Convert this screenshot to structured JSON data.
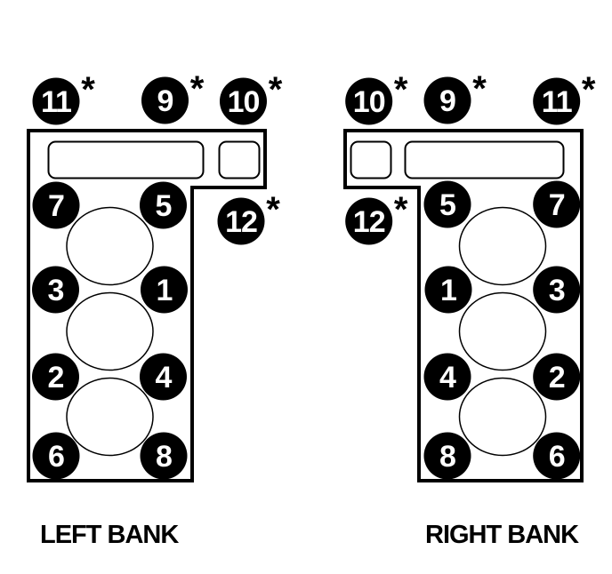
{
  "colors": {
    "background": "#ffffff",
    "line": "#000000",
    "bolt_fill": "#000000",
    "bolt_number": "#ffffff"
  },
  "symbols": {
    "asterisk": "*"
  },
  "banks": [
    {
      "label": "LEFT BANK",
      "top_bolts": [
        "11",
        "9",
        "10"
      ],
      "side_bolt": "12",
      "rows": [
        [
          "7",
          "5"
        ],
        [
          "3",
          "1"
        ],
        [
          "2",
          "4"
        ],
        [
          "6",
          "8"
        ]
      ],
      "starred": [
        "9",
        "10",
        "11",
        "12"
      ]
    },
    {
      "label": "RIGHT BANK",
      "top_bolts": [
        "10",
        "9",
        "11"
      ],
      "side_bolt": "12",
      "rows": [
        [
          "5",
          "7"
        ],
        [
          "1",
          "3"
        ],
        [
          "4",
          "2"
        ],
        [
          "8",
          "6"
        ]
      ],
      "starred": [
        "9",
        "10",
        "11",
        "12"
      ]
    }
  ]
}
